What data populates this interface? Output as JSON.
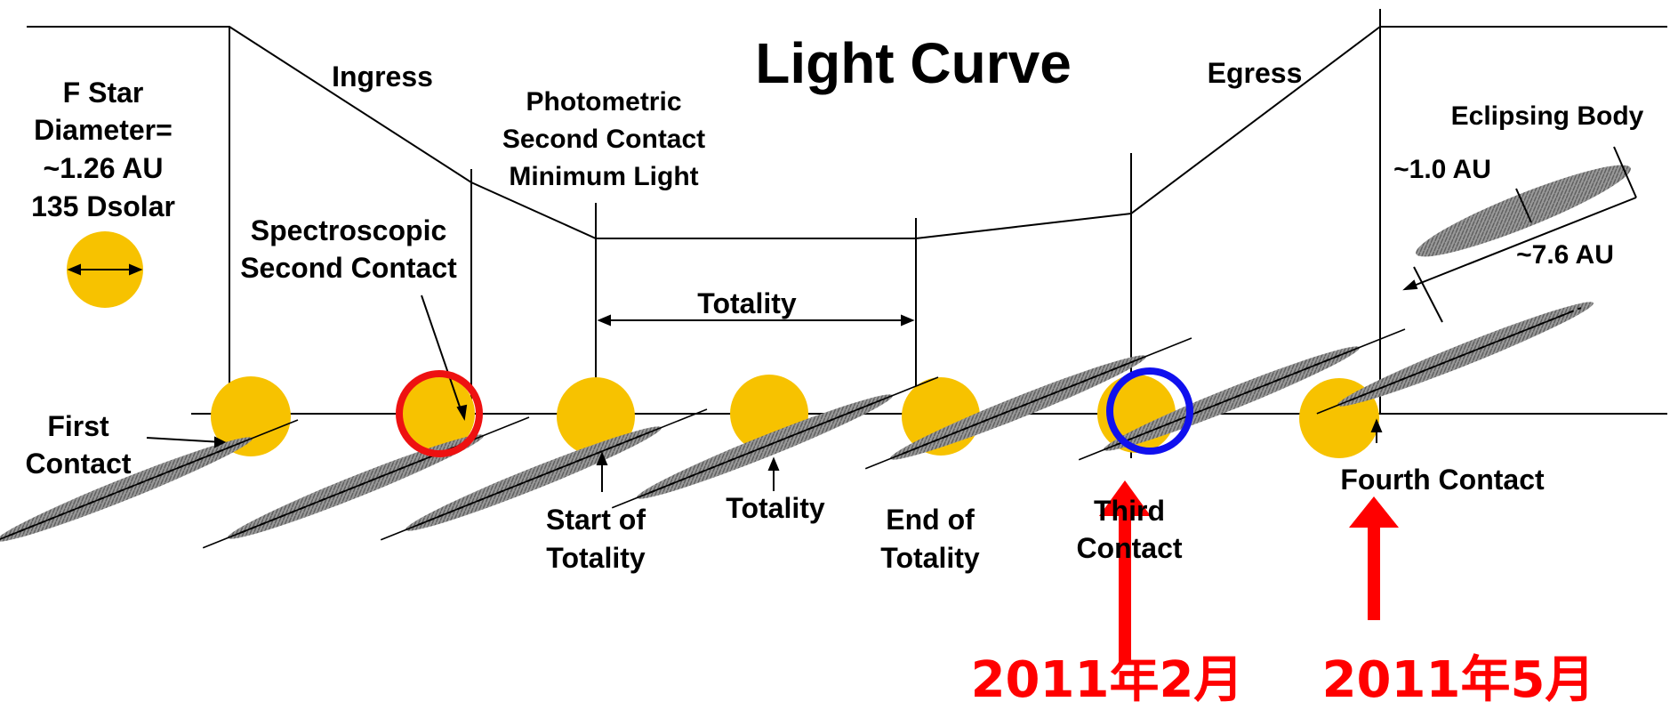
{
  "title": "Light Curve",
  "phases": {
    "ingress": "Ingress",
    "egress": "Egress"
  },
  "star": {
    "name": "F Star",
    "diameter_label": "Diameter=",
    "diameter_au": "~1.26 AU",
    "diameter_solar": "135 Dsolar",
    "color": "#f7c200"
  },
  "eclipsing_body": {
    "name": "Eclipsing Body",
    "thickness": "~1.0 AU",
    "length": "~7.6 AU",
    "color": "#8c8c8c"
  },
  "contacts": {
    "first_line1": "First",
    "first_line2": "Contact",
    "spectro_line1": "Spectroscopic",
    "spectro_line2": "Second Contact",
    "photo_line1": "Photometric",
    "photo_line2": "Second Contact",
    "photo_line3": "Minimum Light",
    "start_line1": "Start of",
    "start_line2": "Totality",
    "totality_mid": "Totality",
    "end_line1": "End of",
    "end_line2": "Totality",
    "third_line1": "Third",
    "third_line2": "Contact",
    "fourth": "Fourth Contact"
  },
  "totality_span_label": "Totality",
  "annotations": [
    {
      "date": "2011年2月",
      "marks": "Third Contact",
      "circle_color": "#1010ee"
    },
    {
      "date": "2011年5月",
      "marks": "Fourth Contact"
    }
  ],
  "highlight_colors": {
    "arrow": "#ff0000",
    "spectroscopic_circle": "#ee1111"
  }
}
